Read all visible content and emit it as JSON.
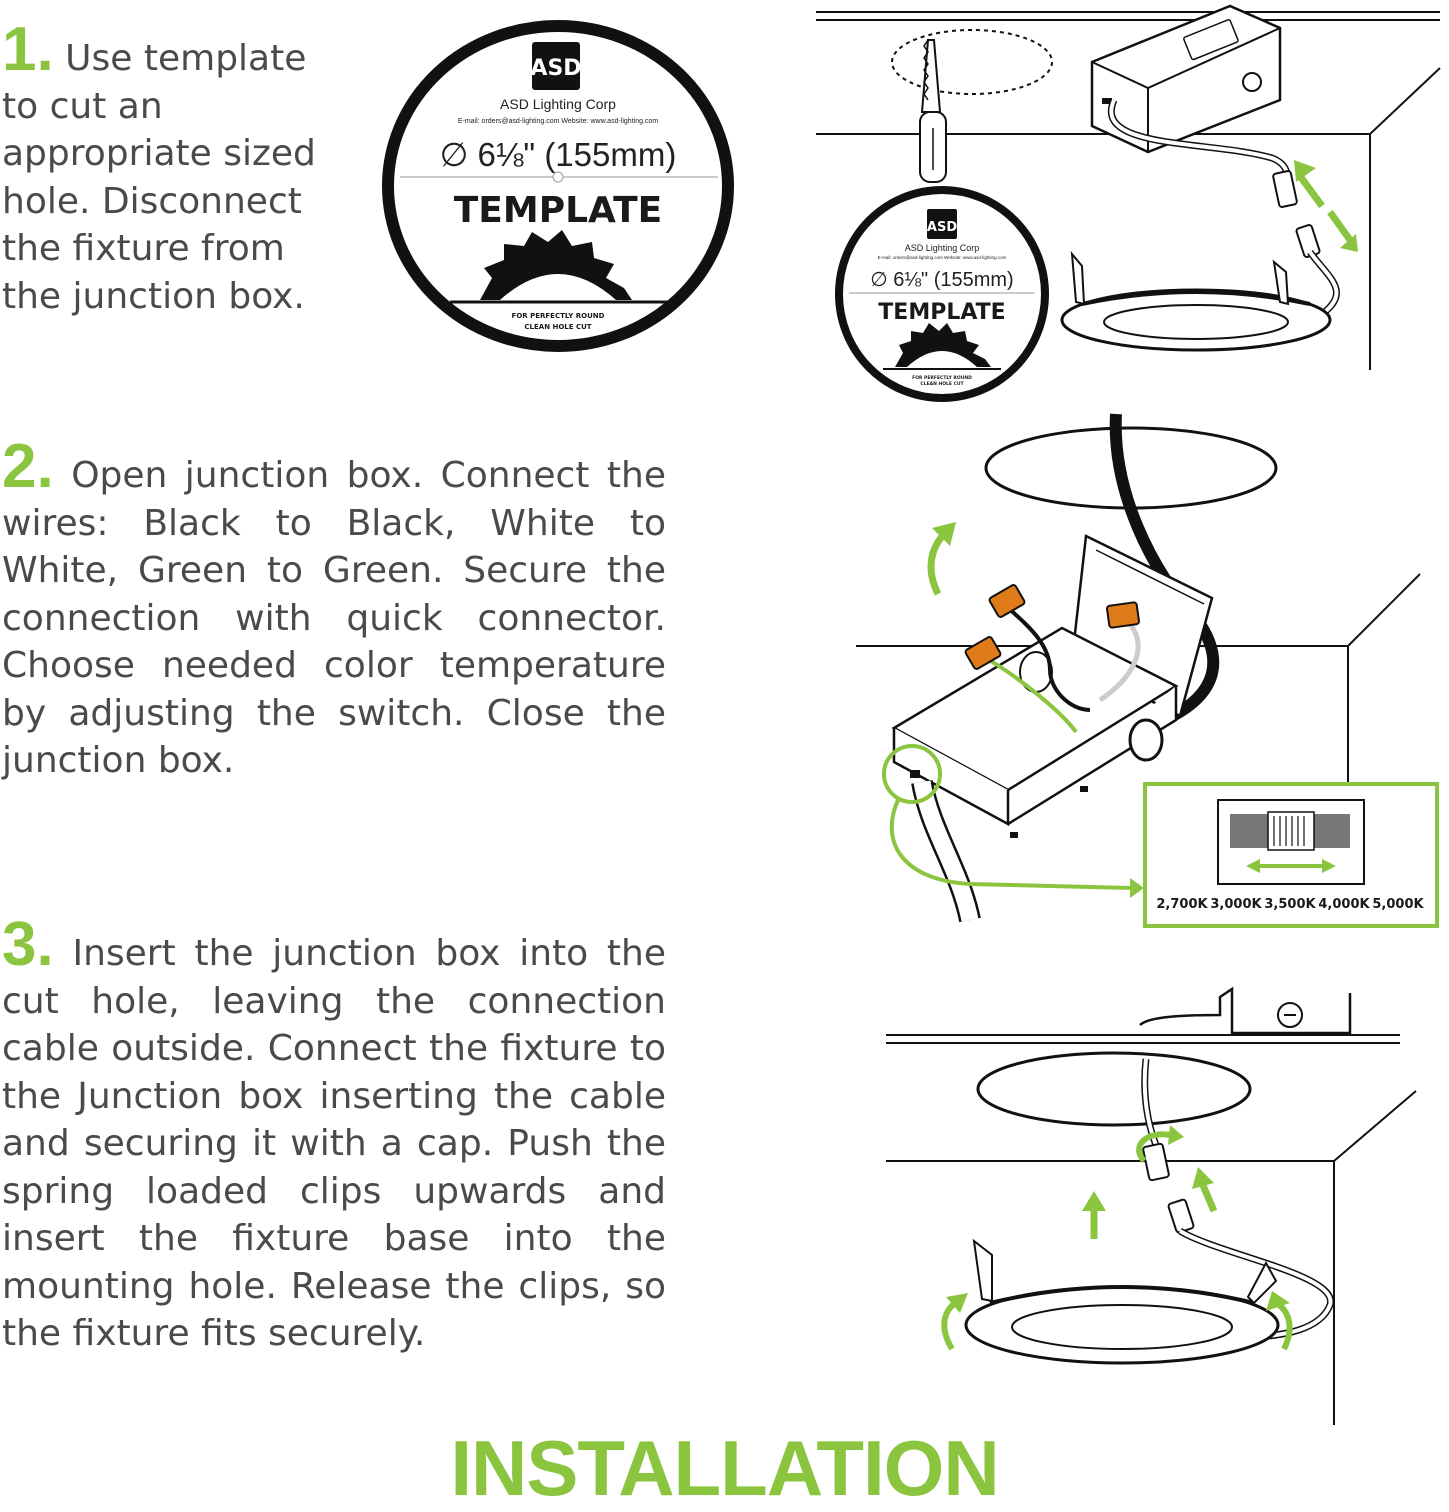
{
  "steps": [
    {
      "number": "1.",
      "text": "Use template to cut an appropriate sized hole. Disconnect the fixture from the junction box."
    },
    {
      "number": "2.",
      "text": "Open junction box. Connect the wires: Black to Black, White to White, Green to Green. Secure the connection with quick connector. Choose needed color temperature by adjusting the switch. Close the junction box."
    },
    {
      "number": "3.",
      "text": "Insert the junction box into the cut hole, leaving the connection cable outside. Connect the fixture to the Junction box inserting the cable and securing it with a cap. Push the spring loaded clips upwards and insert the fixture base into the mounting hole. Release the clips, so the fixture fits securely."
    }
  ],
  "template": {
    "logo": "ASD",
    "company": "ASD Lighting Corp",
    "contact": "E-mail: orders@asd-lighting.com  Website: www.asd-lighting.com",
    "size": "∅ 6⅛\" (155mm)",
    "label": "TEMPLATE",
    "footer_line1": "FOR PERFECTLY ROUND",
    "footer_line2": "CLEAN HOLE CUT"
  },
  "color_temperatures": [
    "2,700K",
    "3,000K",
    "3,500K",
    "4,000K",
    "5,000K"
  ],
  "title": "INSTALLATION",
  "colors": {
    "accent": "#8bc53f",
    "connector": "#e07b1a",
    "ink": "#1a1a1a",
    "text": "#4a4a4a"
  }
}
